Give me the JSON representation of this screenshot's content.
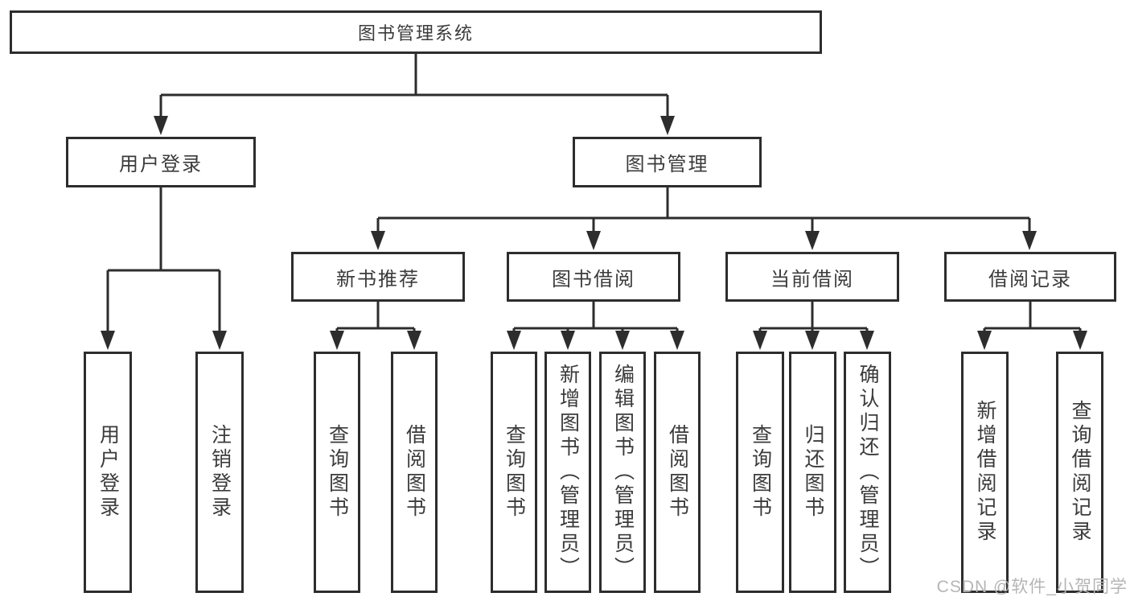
{
  "diagram": {
    "type": "hierarchy-tree",
    "tree": {
      "root": {
        "label": "图书管理系统",
        "children": [
          {
            "label": "用户登录",
            "children": [
              {
                "label": "用户登录"
              },
              {
                "label": "注销登录"
              }
            ]
          },
          {
            "label": "图书管理",
            "children": [
              {
                "label": "新书推荐",
                "children": [
                  {
                    "label": "查询图书"
                  },
                  {
                    "label": "借阅图书"
                  }
                ]
              },
              {
                "label": "图书借阅",
                "children": [
                  {
                    "label": "查询图书"
                  },
                  {
                    "label": "新增图书（管理员）"
                  },
                  {
                    "label": "编辑图书（管理员）"
                  },
                  {
                    "label": "借阅图书"
                  }
                ]
              },
              {
                "label": "当前借阅",
                "children": [
                  {
                    "label": "查询图书"
                  },
                  {
                    "label": "归还图书"
                  },
                  {
                    "label": "确认归还（管理员）"
                  }
                ]
              },
              {
                "label": "借阅记录",
                "children": [
                  {
                    "label": "新增借阅记录"
                  },
                  {
                    "label": "查询借阅记录"
                  }
                ]
              }
            ]
          }
        ]
      }
    },
    "colors": {
      "line": "#2d2d2d",
      "box_border": "#2d2d2d",
      "text": "#3b3b3b",
      "background": "#ffffff",
      "watermark": "#b5b5b5"
    }
  },
  "watermark": {
    "text": "CSDN @软件_小贺同学"
  }
}
